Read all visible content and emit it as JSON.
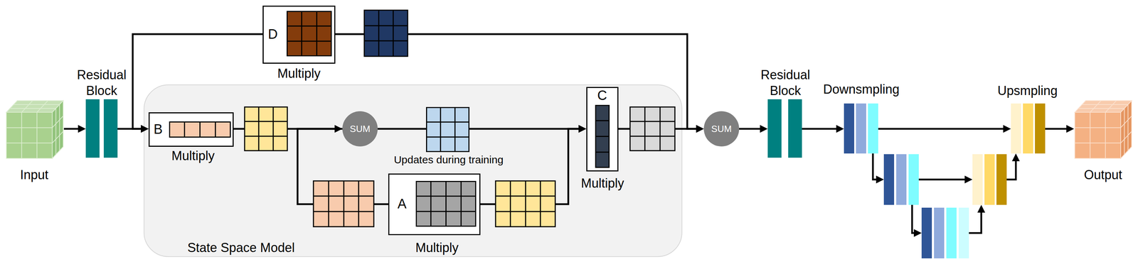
{
  "diagram": {
    "nodes": [
      {
        "text": [
          "Input"
        ]
      },
      {
        "text": [
          "Residual Block"
        ]
      },
      {
        "text": [
          "D",
          "Multiply"
        ]
      },
      {
        "text": [
          "State Space Model"
        ]
      },
      {
        "text": [
          "B",
          "Multiply"
        ],
        "in": 3
      },
      {
        "text": [
          "SUM"
        ],
        "in": 3
      },
      {
        "text": [
          "Updates during training"
        ],
        "in": 3
      },
      {
        "text": [
          "C",
          "Multiply"
        ],
        "in": 3
      },
      {
        "text": [
          "A",
          "Multiply"
        ],
        "in": 3
      },
      {
        "text": [
          "SUM"
        ]
      },
      {
        "text": [
          "Residual Block"
        ]
      },
      {
        "text": [
          "Downsmpling"
        ]
      },
      {
        "text": [
          "Upsmpling"
        ]
      },
      {
        "text": [
          "Output"
        ]
      }
    ],
    "edges": [
      {
        "from": 0,
        "to": 1,
        "arrow": "to"
      },
      {
        "from": 1,
        "to": 4,
        "arrow": "to"
      },
      {
        "from": 2,
        "to": 4,
        "arrow": "to"
      },
      {
        "from": 4,
        "to": 5,
        "arrow": "none"
      },
      {
        "from": 5,
        "to": 6,
        "arrow": "none"
      },
      {
        "from": 6,
        "to": 7,
        "arrow": "to"
      },
      {
        "from": 8,
        "to": 5,
        "arrow": "to"
      },
      {
        "from": 8,
        "to": 7,
        "arrow": "to"
      },
      {
        "from": 7,
        "to": 9,
        "arrow": "to"
      },
      {
        "from": 2,
        "to": 9,
        "arrow": "to"
      },
      {
        "from": 9,
        "to": 10,
        "arrow": "to"
      },
      {
        "from": 10,
        "to": 11,
        "arrow": "to"
      },
      {
        "from": 11,
        "to": 12,
        "arrow": "to"
      },
      {
        "from": 12,
        "to": 13,
        "arrow": "to"
      }
    ]
  }
}
